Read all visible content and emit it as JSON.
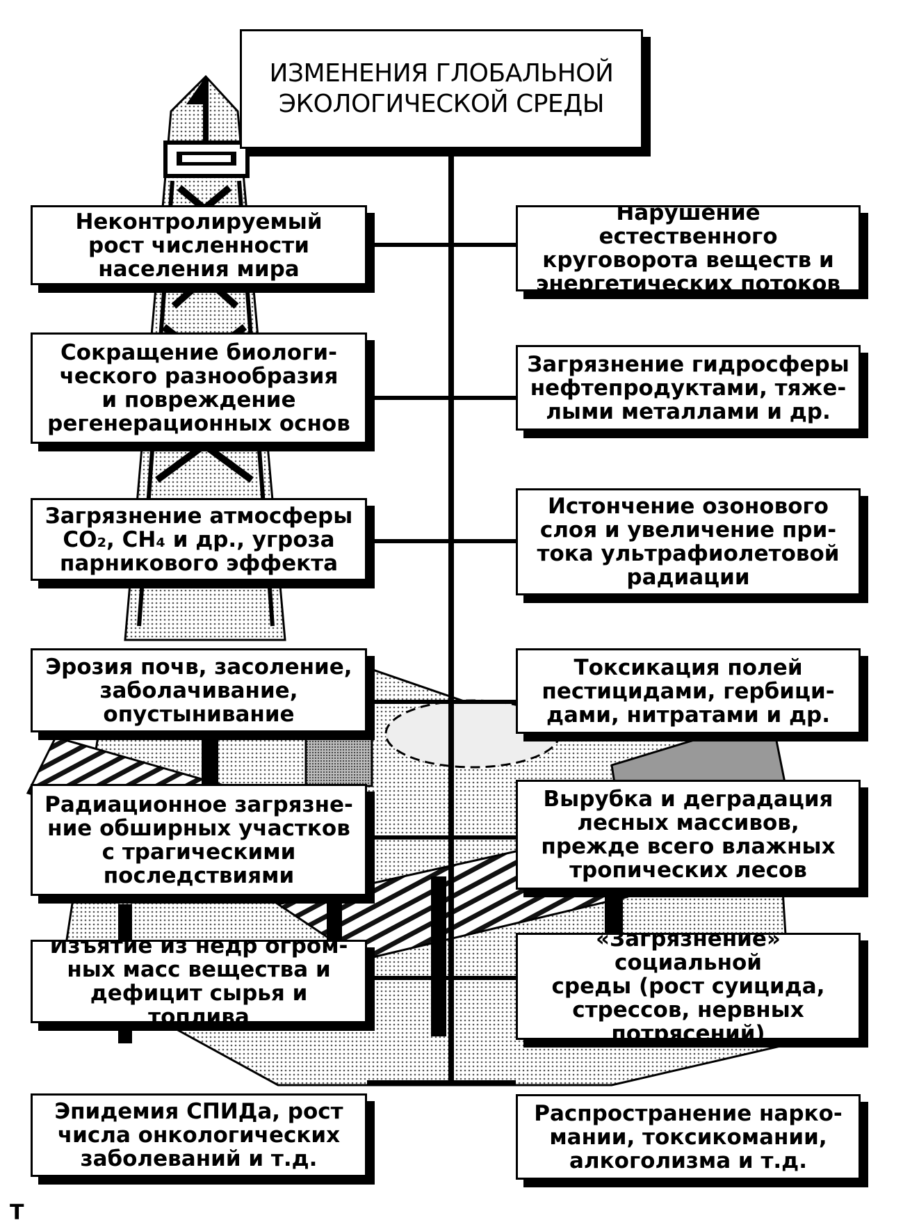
{
  "title": "ИЗМЕНЕНИЯ ГЛОБАЛЬНОЙ\nЭКОЛОГИЧЕСКОЙ СРЕДЫ",
  "left_items": [
    "Неконтролируемый\nрост численности\nнаселения мира",
    "Сокращение биологи-\nческого разнообразия\nи повреждение\nрегенерационных основ",
    "Загрязнение атмосферы\nCO₂, CH₄ и др., угроза\nпарникового эффекта",
    "Эрозия почв, засоление,\nзаболачивание,\nопустынивание",
    "Радиационное загрязне-\nние обширных участков\nс трагическими\nпоследствиями",
    "Изъятие из недр огром-\nных масс вещества и\nдефицит сырья и топлива",
    "Эпидемия СПИДа, рост\nчисла онкологических\nзаболеваний и т.д."
  ],
  "right_items": [
    "Нарушение естественного\nкруговорота веществ и\nэнергетических потоков",
    "Загрязнение гидросферы\nнефтепродуктами, тяже-\nлыми металлами и др.",
    "Истончение озонового\nслоя и увеличение при-\nтока ультрафиолетовой\nрадиации",
    "Токсикация полей\nпестицидами, гербици-\nдами, нитратами и др.",
    "Вырубка и деградация\nлесных массивов,\nпрежде всего влажных\nтропических лесов",
    "«Загрязнение»  социальной\nсреды (рост суицида,\nстрессов, нервных\nпотрясений)",
    "Распространение нарко-\nмании, токсикомании,\nалкоголизма и т.д."
  ],
  "corner_text": "Т   "
}
